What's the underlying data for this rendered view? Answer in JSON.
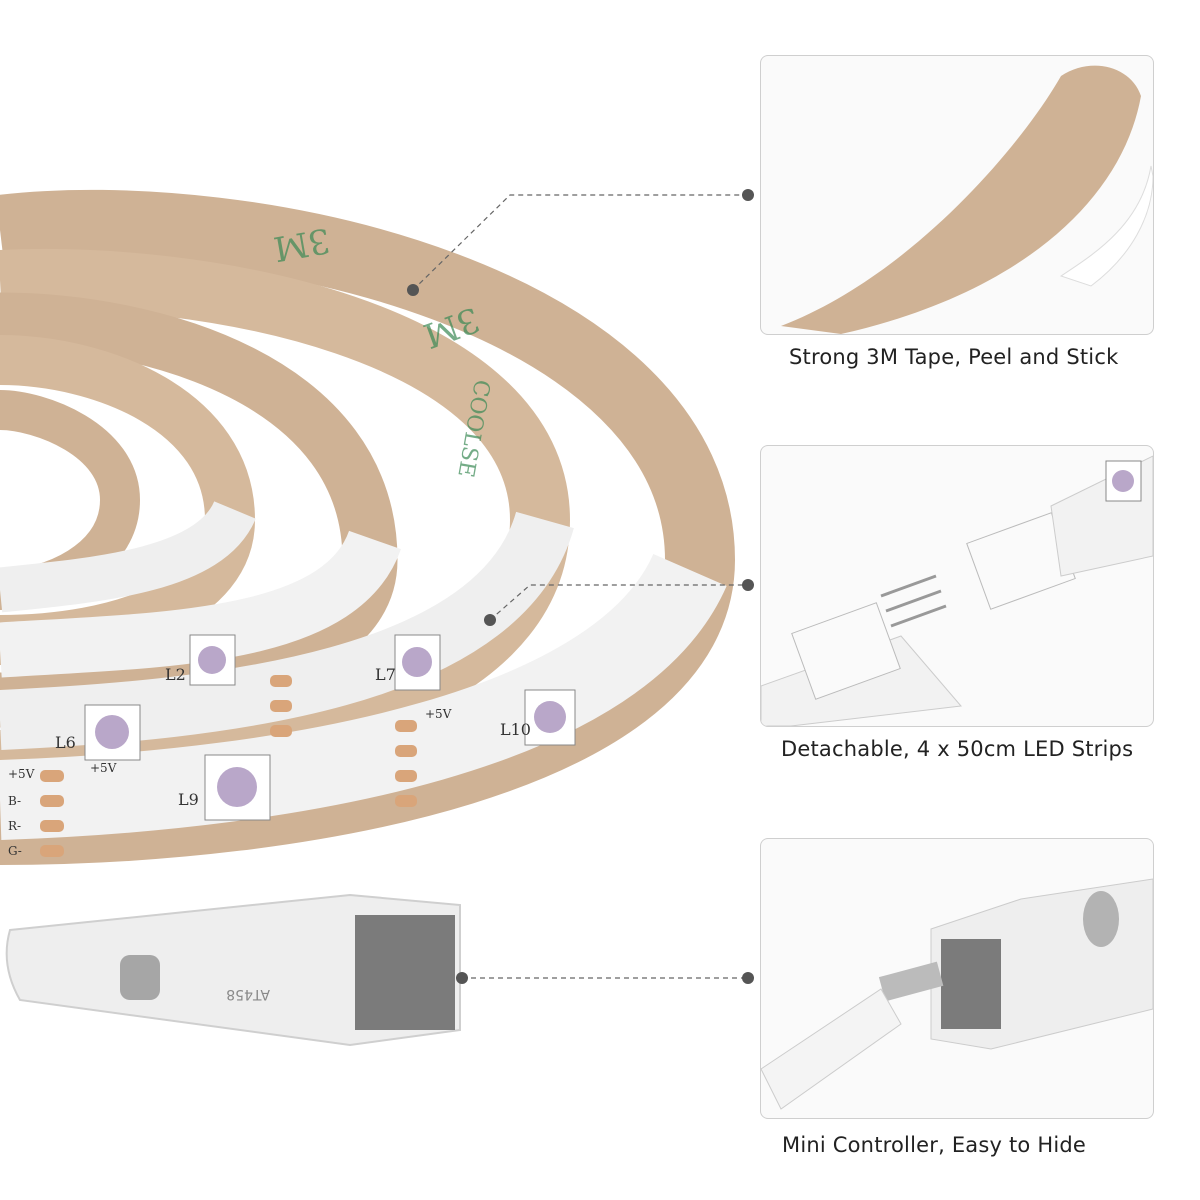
{
  "features": [
    {
      "caption": "Strong 3M Tape, Peel and Stick",
      "tape_print": "3M"
    },
    {
      "caption": "Detachable, 4 x 50cm LED Strips"
    },
    {
      "caption": "Mini Controller, Easy to Hide"
    }
  ],
  "strip_labels": {
    "voltage": "+5V",
    "b": "B-",
    "r": "R-",
    "g": "G-",
    "led_a": "L9",
    "led_b": "L6",
    "led_c": "L10",
    "led_d": "L7",
    "led_e": "L2",
    "tape_text": "3M",
    "tape_text_b": "COOLSE"
  },
  "controller_label": "AT458",
  "colors": {
    "tape": "#cfb295",
    "strip": "#f2f2f2",
    "pad": "#d9a57a",
    "dot": "#555555"
  }
}
